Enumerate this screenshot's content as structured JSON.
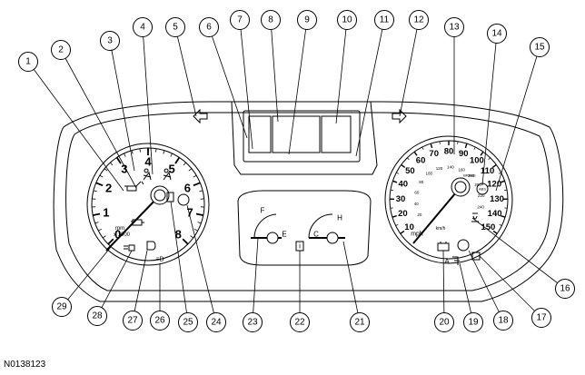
{
  "figure_id": "N0138123",
  "callouts": [
    "1",
    "2",
    "3",
    "4",
    "5",
    "6",
    "7",
    "8",
    "9",
    "10",
    "11",
    "12",
    "13",
    "14",
    "15",
    "16",
    "17",
    "18",
    "19",
    "20",
    "21",
    "22",
    "23",
    "24",
    "25",
    "26",
    "27",
    "28",
    "29"
  ],
  "tachometer": {
    "numbers": [
      "0",
      "1",
      "2",
      "3",
      "4",
      "5",
      "6",
      "7",
      "8"
    ],
    "unit_line1": "rpm",
    "unit_line2": "x 1000"
  },
  "fuel_gauge": {
    "full_label": "F",
    "empty_label": "E"
  },
  "temp_gauge": {
    "hot_label": "H",
    "cold_label": "C"
  },
  "speedometer": {
    "mph_numbers": [
      "10",
      "20",
      "30",
      "40",
      "50",
      "60",
      "70",
      "80",
      "90",
      "100",
      "110",
      "120",
      "130",
      "140",
      "150"
    ],
    "kmh_numbers": [
      "20",
      "40",
      "60",
      "80",
      "100",
      "120",
      "140",
      "160",
      "180",
      "200",
      "220",
      "240"
    ],
    "unit_mph": "mph",
    "unit_kmh": "km/h",
    "brake_label": "BRAKE",
    "abs_label": "ABS",
    "airbag_label": "A"
  },
  "info_icon": "i"
}
